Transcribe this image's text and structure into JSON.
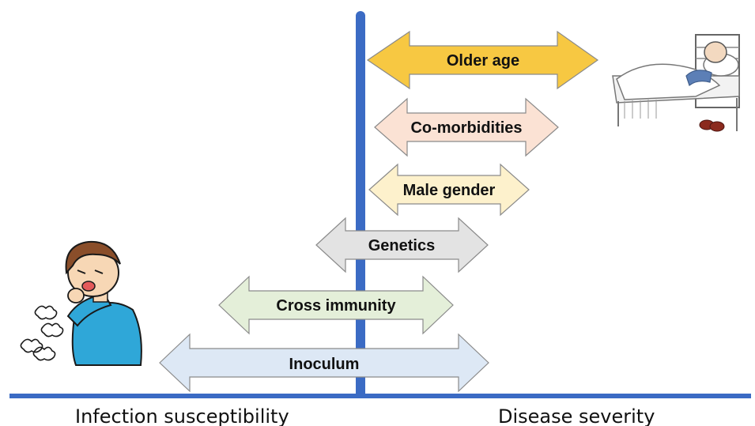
{
  "arrows": [
    {
      "id": "older-age",
      "label": "Older age",
      "fill": "#F7C842",
      "stroke": "#8A8A8A"
    },
    {
      "id": "co-morbidities",
      "label": "Co-morbidities",
      "fill": "#FBE2D4",
      "stroke": "#8A8A8A"
    },
    {
      "id": "male-gender",
      "label": "Male gender",
      "fill": "#FDF1CC",
      "stroke": "#8A8A8A"
    },
    {
      "id": "genetics",
      "label": "Genetics",
      "fill": "#E3E3E3",
      "stroke": "#8A8A8A"
    },
    {
      "id": "cross-immunity",
      "label": "Cross immunity",
      "fill": "#E4EFD9",
      "stroke": "#8A8A8A"
    },
    {
      "id": "inoculum",
      "label": "Inoculum",
      "fill": "#DDE8F5",
      "stroke": "#8A8A8A"
    }
  ],
  "axis": {
    "left_label": "Infection susceptibility",
    "right_label": "Disease severity",
    "color": "#3B6BC4"
  },
  "illustrations": {
    "left": "coughing-person-icon",
    "right": "patient-in-bed-icon"
  }
}
